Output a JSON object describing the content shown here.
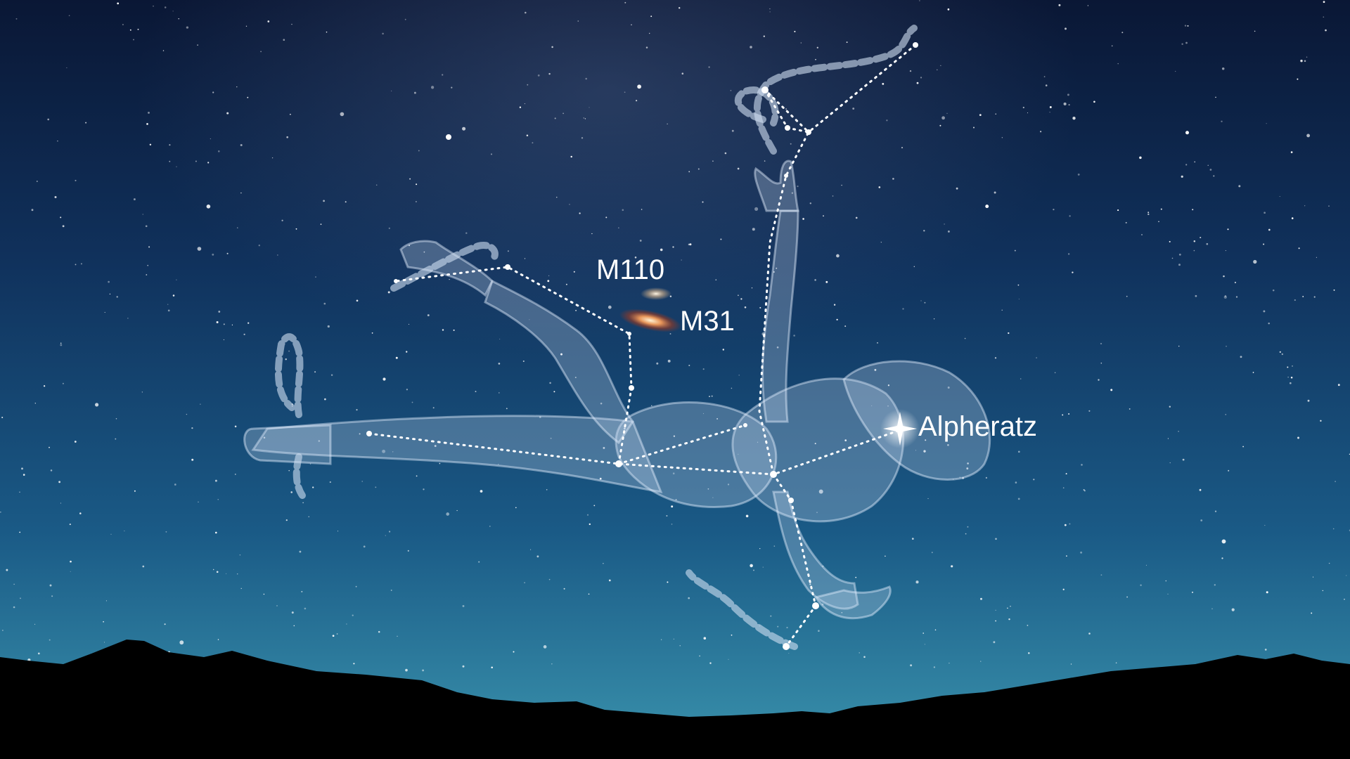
{
  "labels": {
    "m110": "M110",
    "m31": "M31",
    "alpheratz": "Alpheratz"
  },
  "colors": {
    "sky_top": "#0b1a3c",
    "sky_mid": "#123a66",
    "sky_horizon": "#2c7fa0",
    "silhouette": "#000000",
    "figure": "#c9dcef",
    "line": "#ffffff"
  }
}
